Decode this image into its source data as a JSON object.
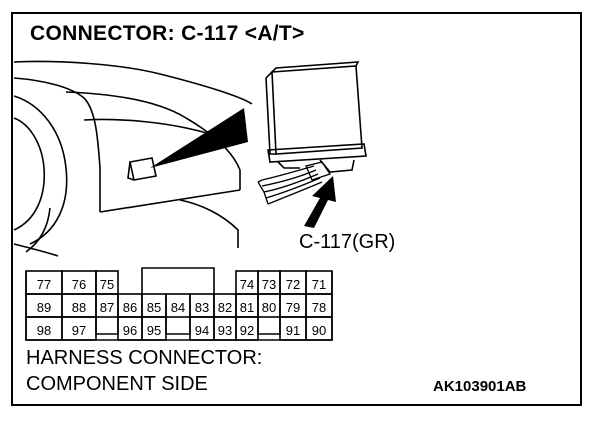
{
  "title": "CONNECTOR: C-117 <A/T>",
  "callout_label": "C-117(GR)",
  "footer": {
    "line1": "HARNESS CONNECTOR:",
    "line2": "COMPONENT SIDE"
  },
  "figure_code": "AK103901AB",
  "pins": {
    "row1": [
      "77",
      "76",
      "75",
      "",
      "",
      "",
      "",
      "",
      "",
      "",
      "74",
      "73",
      "72",
      "71"
    ],
    "row2": [
      "89",
      "88",
      "87",
      "86",
      "85",
      "84",
      "83",
      "82",
      "81",
      "80",
      "79",
      "78"
    ],
    "row3": [
      "98",
      "97",
      "",
      "96",
      "95",
      "",
      "94",
      "93",
      "92",
      "",
      "91",
      "90"
    ]
  },
  "colors": {
    "line": "#000000",
    "background": "#ffffff"
  }
}
